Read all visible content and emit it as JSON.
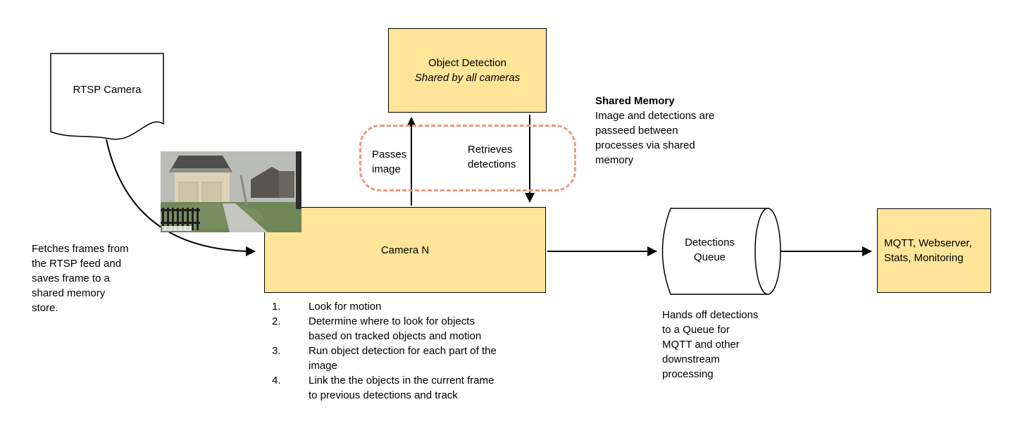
{
  "colors": {
    "node_fill": "#FFE59A",
    "node_border": "#000000",
    "shared_memory_dash": "#F0977E",
    "arrow": "#000000"
  },
  "nodes": {
    "rtsp_camera": {
      "label": "RTSP Camera"
    },
    "object_detection": {
      "title": "Object Detection",
      "subtitle": "Shared by all cameras"
    },
    "camera_n": {
      "label": "Camera N",
      "steps": [
        "Look for motion",
        "Determine where to look for objects\nbased on tracked objects and motion",
        "Run object detection for each part of the\nimage",
        "Link the the objects in the current frame\nto previous detections and track"
      ]
    },
    "detections_queue": {
      "label": "Detections\nQueue"
    },
    "outputs": {
      "label": "MQTT, Webserver,\nStats, Monitoring"
    }
  },
  "annotations": {
    "fetch_note": "Fetches frames from\nthe RTSP feed and\nsaves frame to a\nshared memory\nstore.",
    "passes_image": "Passes\nimage",
    "retrieves_detections": "Retrieves\ndetections",
    "shared_memory_title": "Shared Memory",
    "shared_memory_body": "Image and detections are\npasseed between\nprocesses via shared\nmemory",
    "queue_note": "Hands off detections\nto a Queue for\nMQTT and other\ndownstream\nprocessing"
  }
}
